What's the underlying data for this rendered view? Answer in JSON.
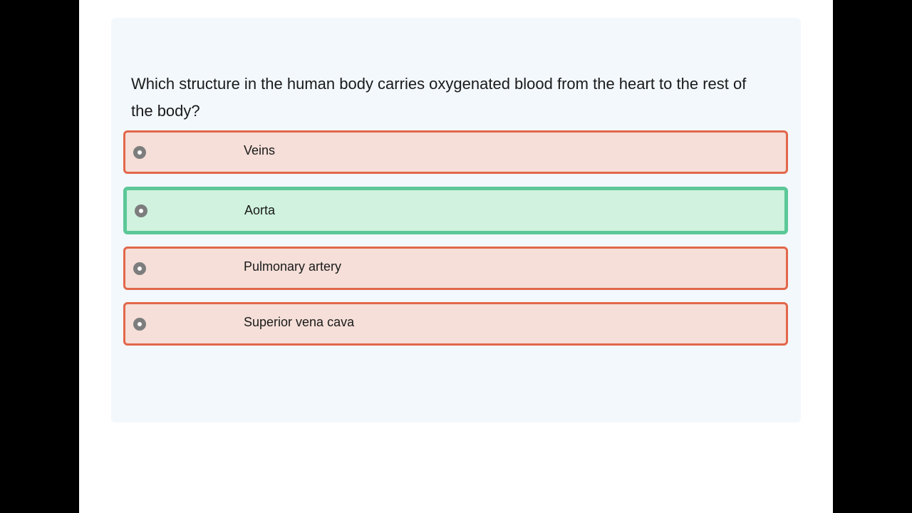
{
  "quiz": {
    "question": "Which structure in the human body carries oxygenated blood from the heart to the rest of the body?",
    "options": [
      {
        "label": "Veins",
        "state": "incorrect"
      },
      {
        "label": "Aorta",
        "state": "correct"
      },
      {
        "label": "Pulmonary artery",
        "state": "incorrect"
      },
      {
        "label": "Superior vena cava",
        "state": "incorrect"
      }
    ]
  },
  "colors": {
    "incorrect_border": "#e2674a",
    "incorrect_fill": "#f5dfd8",
    "correct_border": "#5cc898",
    "correct_fill": "#d0f2de",
    "card_background": "#f3f8fd"
  }
}
